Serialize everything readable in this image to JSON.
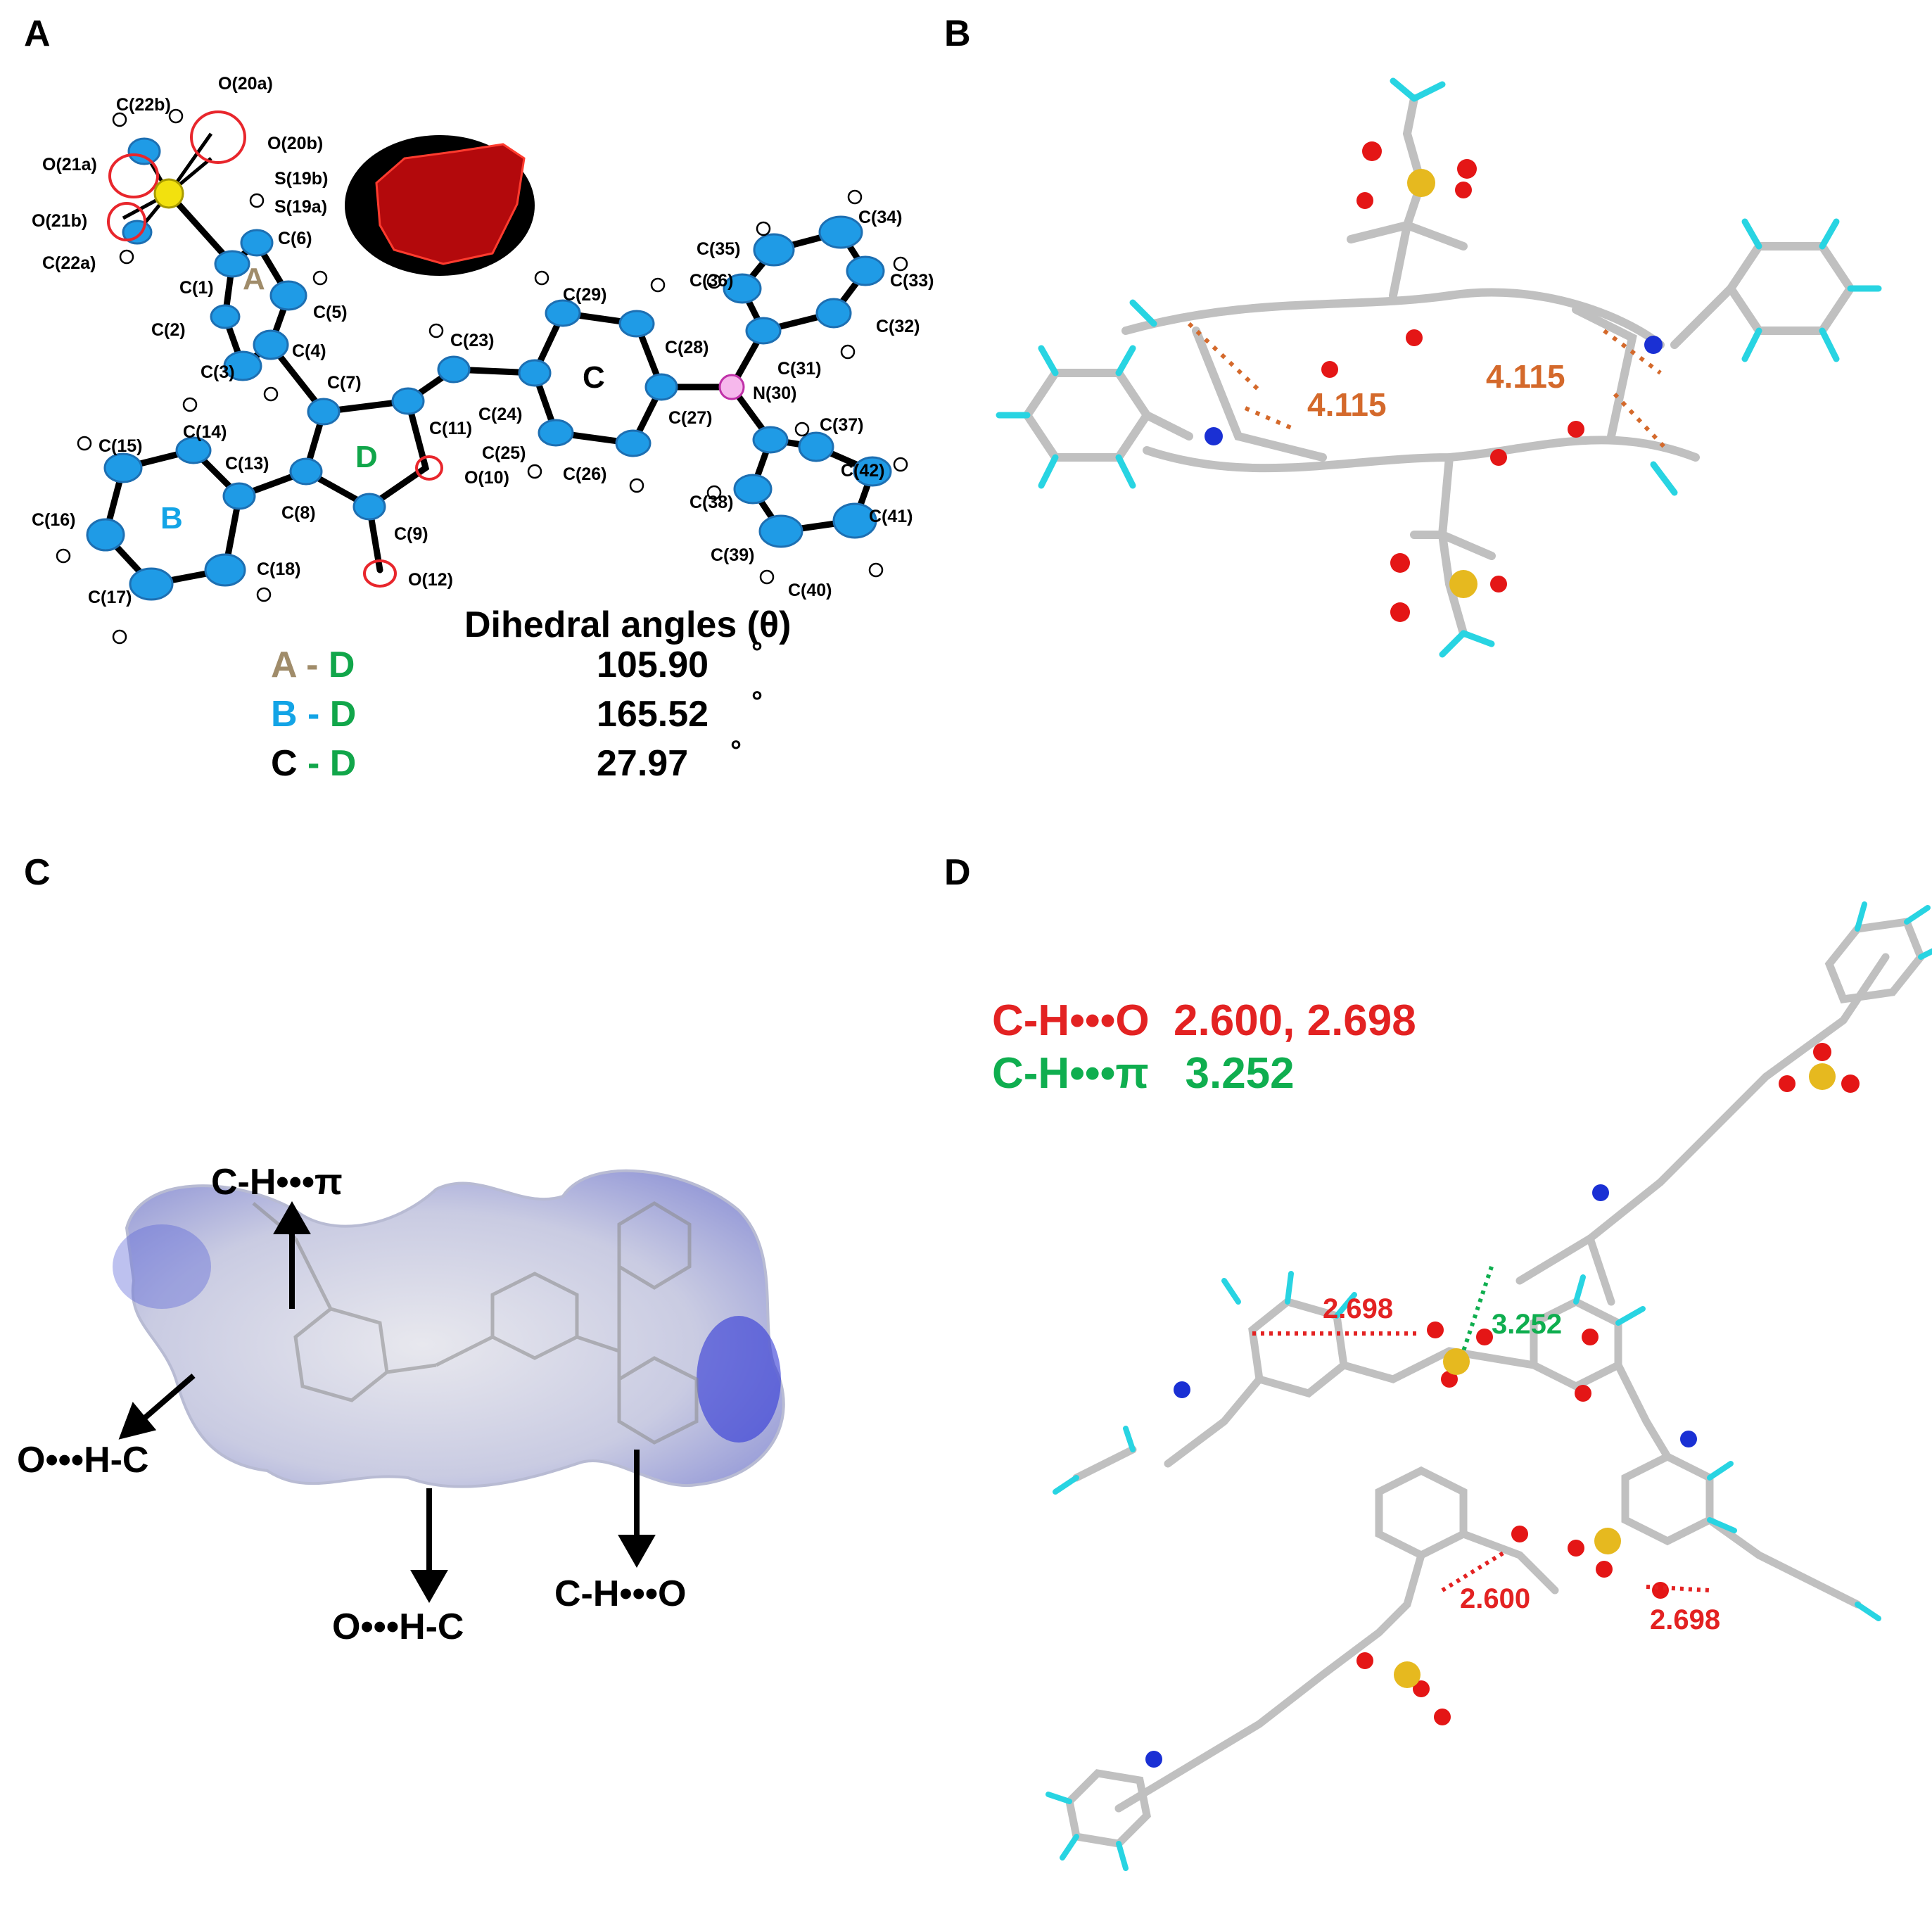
{
  "panels": {
    "a": {
      "label": "A"
    },
    "b": {
      "label": "B"
    },
    "c": {
      "label": "C"
    },
    "d": {
      "label": "D"
    }
  },
  "panel_a": {
    "atom_labels": [
      "C(22b)",
      "O(20a)",
      "O(21a)",
      "O(20b)",
      "S(19b)",
      "S(19a)",
      "O(21b)",
      "C(22a)",
      "C(6)",
      "C(1)",
      "C(5)",
      "C(2)",
      "C(4)",
      "C(3)",
      "C(7)",
      "C(23)",
      "C(29)",
      "C(35)",
      "C(34)",
      "C(36)",
      "C(33)",
      "C(28)",
      "C(32)",
      "C(24)",
      "C(11)",
      "C(31)",
      "N(30)",
      "C(27)",
      "C(37)",
      "C(14)",
      "C(15)",
      "C(13)",
      "C(25)",
      "C(26)",
      "O(10)",
      "C(42)",
      "C(8)",
      "C(16)",
      "C(9)",
      "C(38)",
      "C(41)",
      "C(18)",
      "C(39)",
      "O(12)",
      "C(17)",
      "C(40)"
    ],
    "ring_labels": [
      "A",
      "B",
      "C",
      "D"
    ],
    "table_title": "Dihedral angles (θ)",
    "rows": [
      {
        "p1": "A",
        "sep": " - ",
        "p2": "D",
        "value": "105.90",
        "unit": "°"
      },
      {
        "p1": "B",
        "sep": " - ",
        "p2": "D",
        "value": "165.52",
        "unit": "°"
      },
      {
        "p1": "C",
        "sep": " - ",
        "p2": "D",
        "value": "27.97",
        "unit": "°"
      }
    ]
  },
  "panel_b": {
    "distances": [
      "4.115",
      "4.115"
    ]
  },
  "panel_c": {
    "annotations": [
      "C-H•••π",
      "O•••H-C",
      "O•••H-C",
      "C-H•••O"
    ]
  },
  "panel_d": {
    "legend": [
      {
        "name": "C-H•••O",
        "values": "2.600, 2.698"
      },
      {
        "name": "C-H•••π",
        "values": "3.252"
      }
    ],
    "distances": [
      "2.698",
      "3.252",
      "2.600",
      "2.698"
    ]
  },
  "colors": {
    "ring_a": "#a08c6a",
    "ring_b": "#13a4e6",
    "ring_c": "#000000",
    "ring_d": "#11a64a",
    "carbon": "#1f9be6",
    "oxygen": "#e8262c",
    "sulfur": "#f2e10e",
    "nitrogen": "#e66bd1",
    "stick": "#c0c0c0",
    "hydrogen": "#28d4e2",
    "distance_b": "#d4692b",
    "ch_o": "#e32222",
    "ch_pi": "#0fae4f"
  }
}
